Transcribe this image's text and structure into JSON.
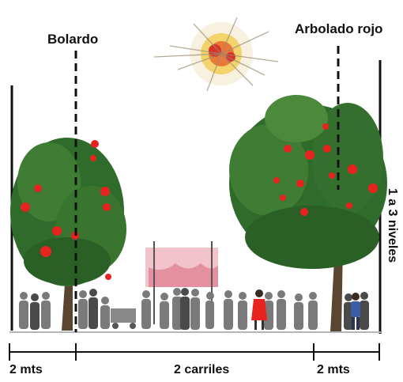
{
  "labels": {
    "bollard": "Bolardo",
    "red_trees": "Arbolado rojo",
    "building_height": "1 a 3 niveles"
  },
  "dimensions": {
    "left_sidewalk": "2 mts",
    "lanes": "2 carriles",
    "right_sidewalk": "2 mts"
  },
  "colors": {
    "foliage": "#2f6b2a",
    "foliage_light": "#5a9a3c",
    "flowers": "#e8231f",
    "trunk": "#5a4530",
    "silhouette": "#7a7a7a",
    "sun_red": "#d8342a",
    "sun_yellow": "#f0c020"
  }
}
